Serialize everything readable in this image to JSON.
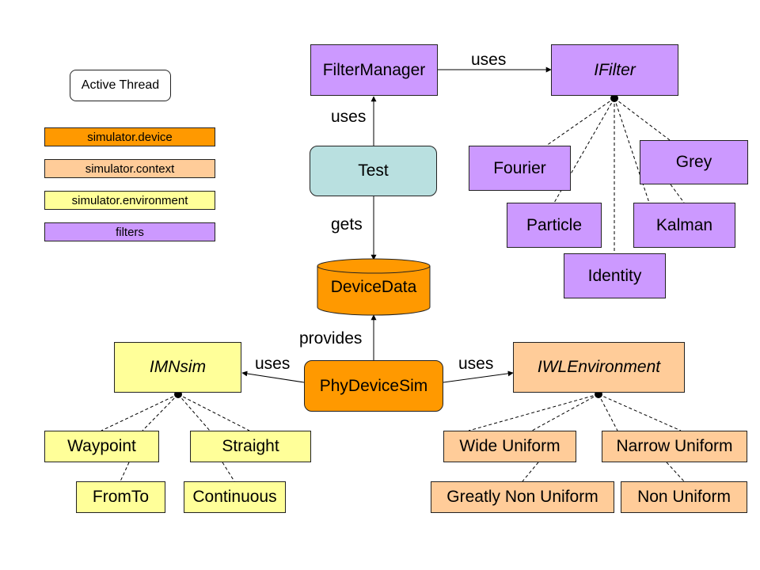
{
  "legend": {
    "active_thread": "Active Thread",
    "device": "simulator.device",
    "context": "simulator.context",
    "environment": "simulator.environment",
    "filters": "filters"
  },
  "nodes": {
    "filter_manager": "FilterManager",
    "ifilter": "IFilter",
    "test": "Test",
    "device_data": "DeviceData",
    "phy_device_sim": "PhyDeviceSim",
    "imnsim": "IMNsim",
    "iwl_environment": "IWLEnvironment",
    "fourier": "Fourier",
    "grey": "Grey",
    "particle": "Particle",
    "kalman": "Kalman",
    "identity": "Identity",
    "waypoint": "Waypoint",
    "straight": "Straight",
    "from_to": "FromTo",
    "continuous": "Continuous",
    "wide_uniform": "Wide Uniform",
    "narrow_uniform": "Narrow Uniform",
    "greatly_non_uniform": "Greatly Non Uniform",
    "non_uniform": "Non Uniform"
  },
  "edges": {
    "fm_uses_ifilter": "uses",
    "test_uses_fm": "uses",
    "test_gets_data": "gets",
    "phy_provides_data": "provides",
    "phy_uses_imnsim": "uses",
    "phy_uses_iwl": "uses"
  },
  "colors": {
    "device": "#ff9900",
    "context": "#ffcc99",
    "environment": "#ffff99",
    "filters": "#cc99ff",
    "active_thread": "#b9e0e0"
  }
}
